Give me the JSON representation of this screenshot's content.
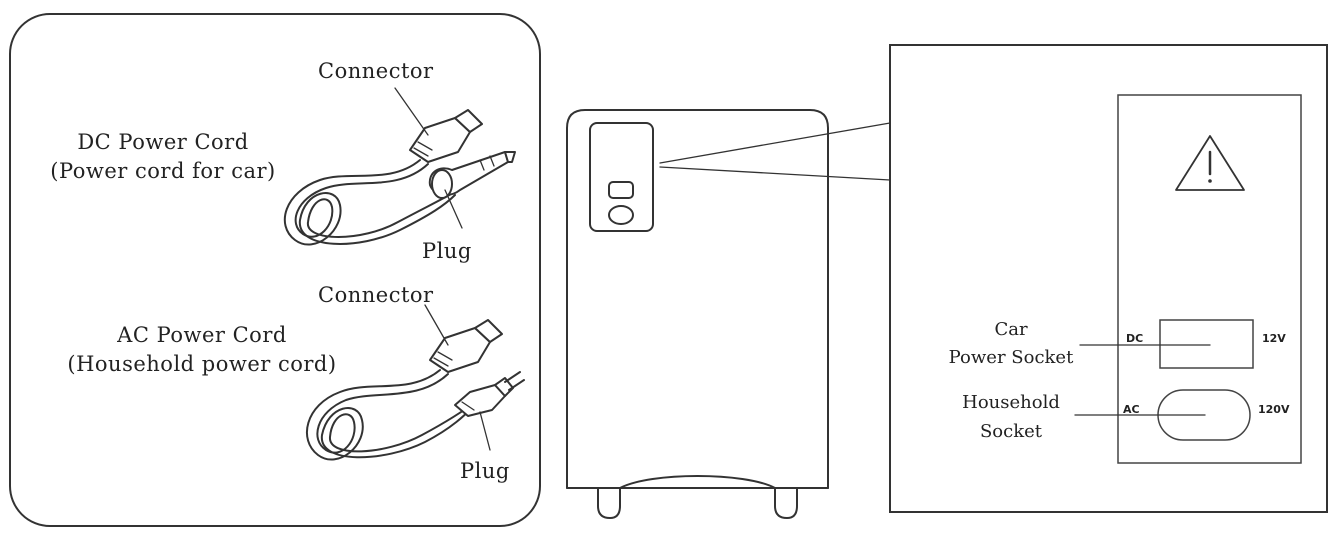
{
  "cords_panel": {
    "dc_cord": {
      "connector_label": "Connector",
      "title_line1": "DC Power Cord",
      "title_line2": "(Power cord for car)",
      "plug_label": "Plug"
    },
    "ac_cord": {
      "connector_label": "Connector",
      "title_line1": "AC Power Cord",
      "title_line2": "(Household power cord)",
      "plug_label": "Plug"
    }
  },
  "detail_panel": {
    "warning_icon": "warning-triangle-icon",
    "dc_socket": {
      "name_line1": "Car",
      "name_line2": "Power Socket",
      "code": "DC",
      "voltage": "12V"
    },
    "ac_socket": {
      "name_line1": "Household",
      "name_line2": "Socket",
      "code": "AC",
      "voltage": "120V"
    }
  }
}
